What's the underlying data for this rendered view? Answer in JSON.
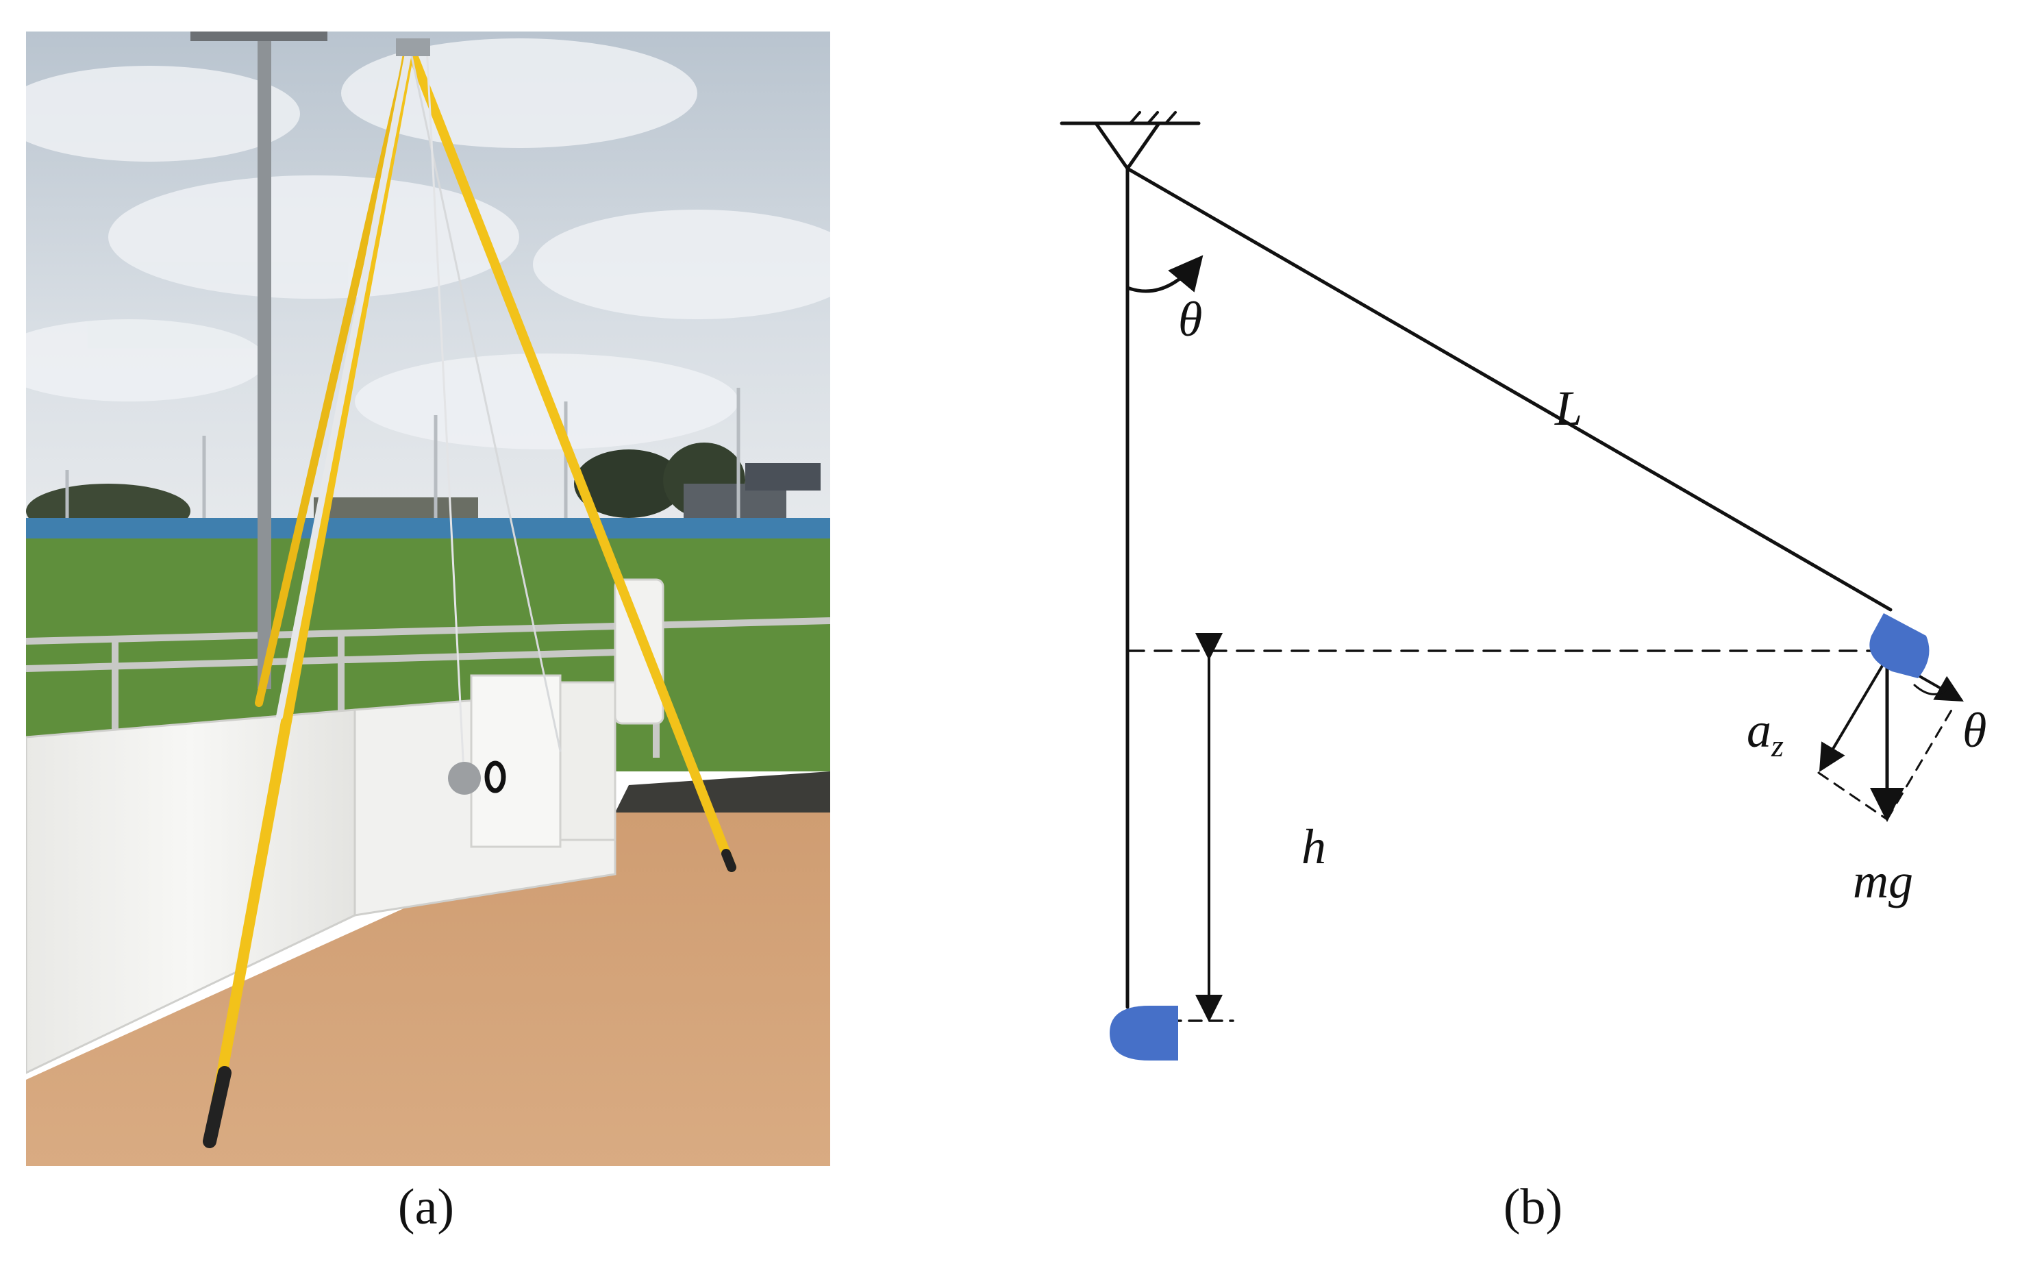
{
  "captions": {
    "a": "(a)",
    "b": "(b)"
  },
  "symbols": {
    "theta_top": "θ",
    "theta_bottom": "θ",
    "length": "L",
    "height": "h",
    "accel_base": "a",
    "accel_sub": "z",
    "weight": "mg"
  },
  "colors": {
    "mass": "#4670c8",
    "sky": "#c9d2dc",
    "grass": "#5f8f3c",
    "ground": "#d4a57c",
    "pole": "#f2c21a",
    "padding": "#f4f4f2"
  }
}
